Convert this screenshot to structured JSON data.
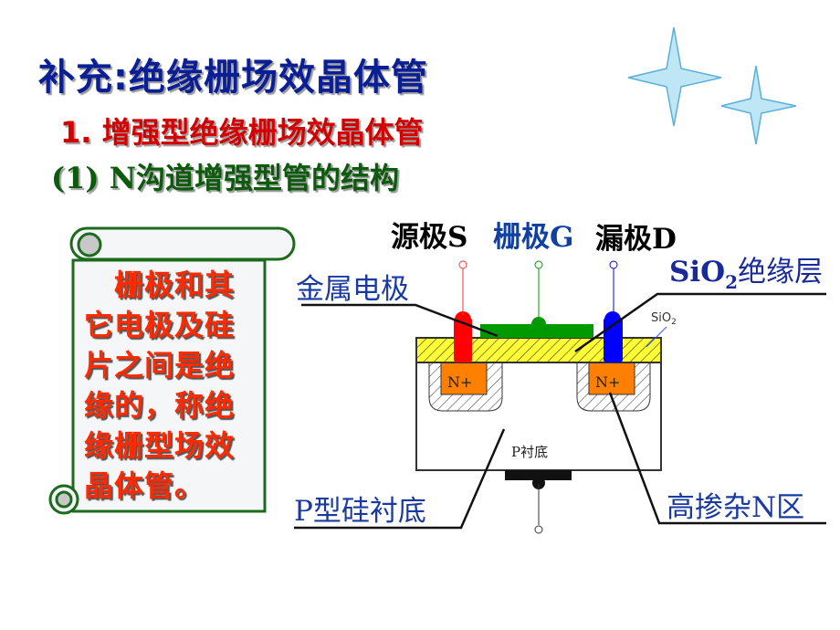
{
  "title": "补充:绝缘栅场效晶体管",
  "subtitle1": "1. 增强型绝缘栅场效晶体管",
  "subtitle2": "(1)  N沟道增强型管的结构",
  "scroll_text": "　栅极和其它电极及硅片之间是绝缘的，称绝缘栅型场效晶体管。",
  "diagram": {
    "source": "源极S",
    "gate": "栅极G",
    "drain": "漏极D",
    "metal_electrode": "金属电极",
    "sio2_main": "SiO",
    "sio2_sub": "2",
    "sio2_rest": "绝缘层",
    "sio2_small_main": "SiO",
    "sio2_small_sub": "2",
    "n_plus": "N+",
    "p_sub_small": "P衬底",
    "p_type_substrate": "P型硅衬底",
    "heavily_doped_n": "高掺杂N区"
  },
  "colors": {
    "title": "#0a1e96",
    "subtitle1": "#d40000",
    "subtitle2": "#0c5a0c",
    "source": "#ff0000",
    "gate": "#008000",
    "drain": "#0000ff",
    "oxide": "#ffff33",
    "n_region": "#ff8000"
  }
}
